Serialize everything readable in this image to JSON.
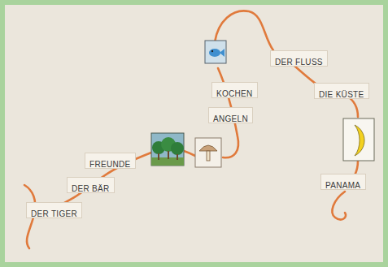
{
  "diagram": {
    "nodes": [
      {
        "text": [
          "DER TIGER"
        ]
      },
      {
        "text": [
          "DER BÄR"
        ]
      },
      {
        "text": [
          "FREUNDE"
        ]
      },
      {
        "text": [
          "ANGELN"
        ]
      },
      {
        "text": [
          "KOCHEN"
        ]
      },
      {
        "text": [
          "DER FLUSS"
        ]
      },
      {
        "text": [
          "DIE KÜSTE"
        ]
      },
      {
        "text": [
          "PANAMA"
        ]
      }
    ]
  }
}
